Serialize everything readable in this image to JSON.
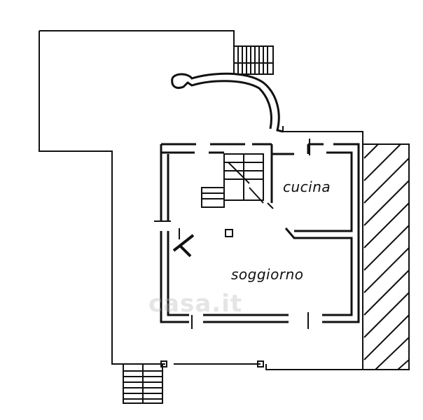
{
  "rooms": {
    "kitchen": "cucina",
    "living": "soggiorno"
  },
  "watermark": "casa.it",
  "colors": {
    "line": "#111111",
    "background": "#ffffff",
    "watermark": "#b4b4b4"
  }
}
